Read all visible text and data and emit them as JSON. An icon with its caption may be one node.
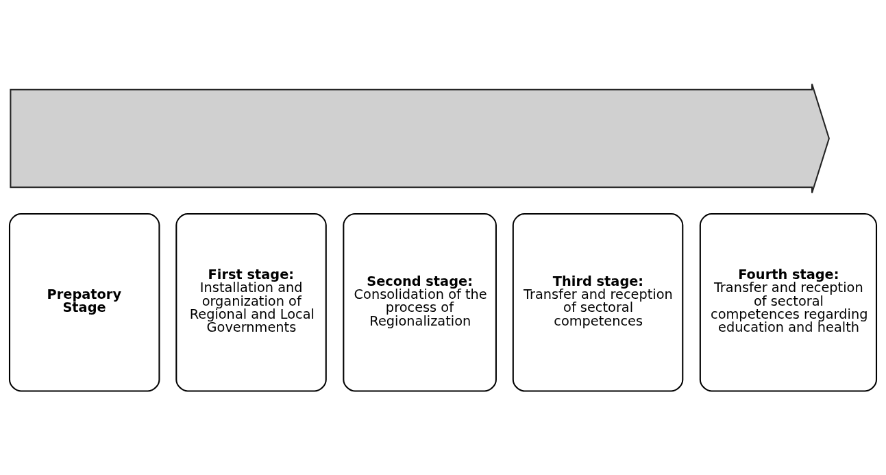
{
  "diagram": {
    "nodes": [
      {
        "text": [
          "Prepatory Stage"
        ]
      },
      {
        "text": [
          "First stage:",
          "Installation and organization of Regional and Local Governments"
        ]
      },
      {
        "text": [
          "Second stage:",
          "Consolidation of the process of Regionalization"
        ]
      },
      {
        "text": [
          "Third stage:",
          "Transfer and reception of sectoral competences"
        ]
      },
      {
        "text": [
          "Fourth stage:",
          "Transfer and reception of sectoral competences regarding education and health"
        ]
      },
      {
        "text": [],
        "shape": "arrow"
      }
    ]
  }
}
